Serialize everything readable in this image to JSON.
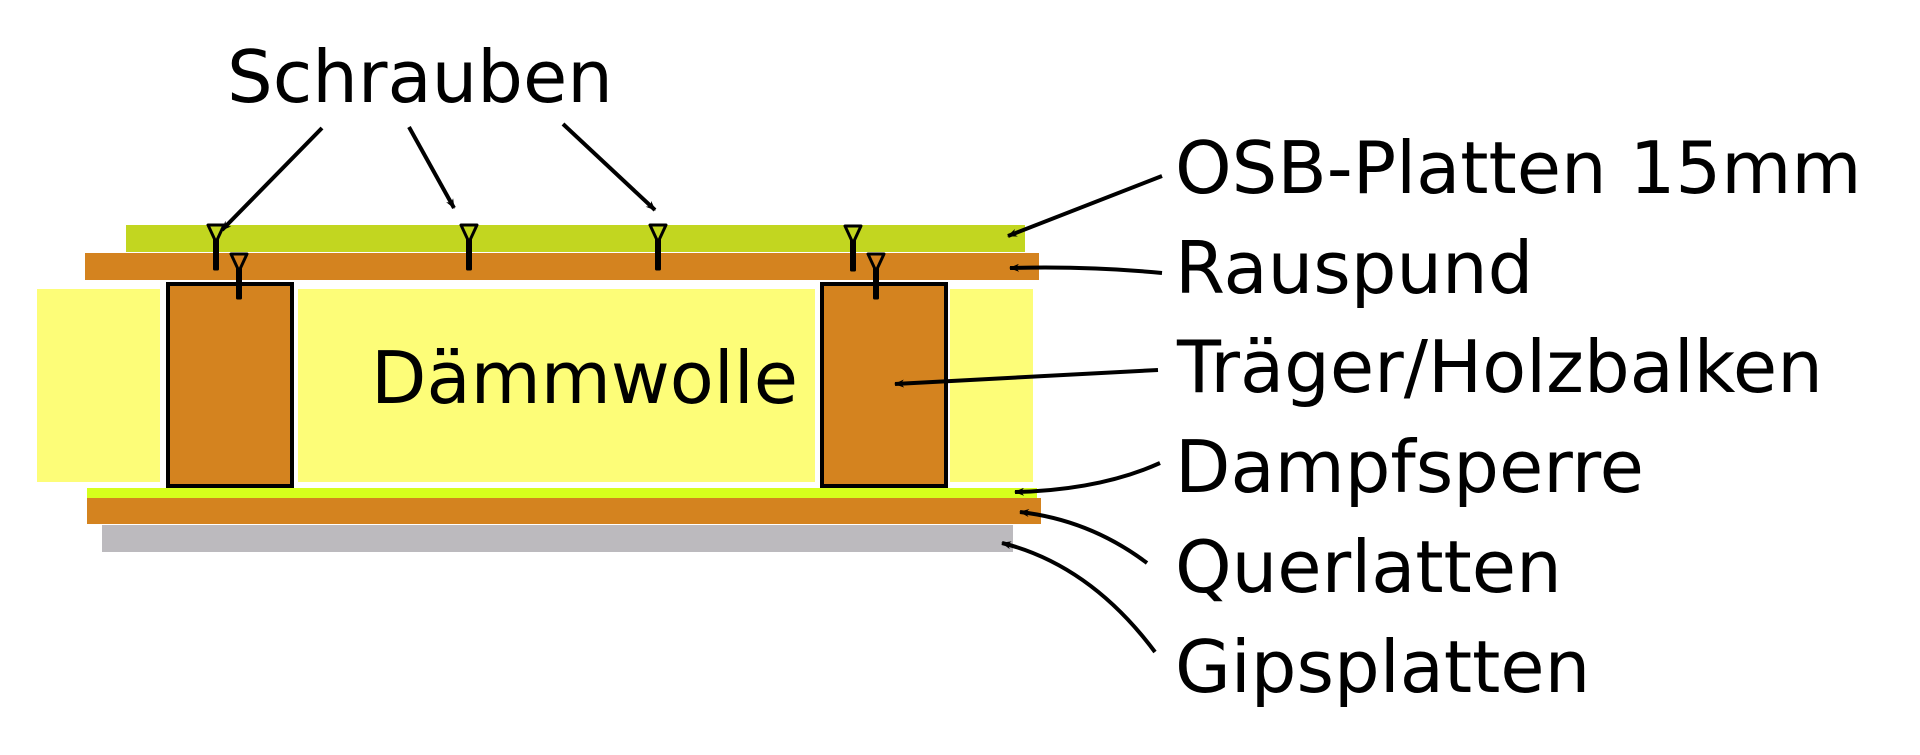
{
  "diagram": {
    "title_label": "Schrauben",
    "insulation_label": "Dämmwolle",
    "layers": [
      {
        "key": "osb",
        "label": "OSB-Platten 15mm",
        "color": "#c2d620"
      },
      {
        "key": "rauspund",
        "label": "Rauspund",
        "color": "#d4831f"
      },
      {
        "key": "traeger",
        "label": "Träger/Holzbalken",
        "color": "#d4831f"
      },
      {
        "key": "dampfsperre",
        "label": "Dampfsperre",
        "color": "#d6ff1c"
      },
      {
        "key": "querlatten",
        "label": "Querlatten",
        "color": "#d4831f"
      },
      {
        "key": "gips",
        "label": "Gipsplatten",
        "color": "#bcbabe"
      }
    ],
    "insulation_color": "#fdfd78",
    "screw_count": 6
  }
}
